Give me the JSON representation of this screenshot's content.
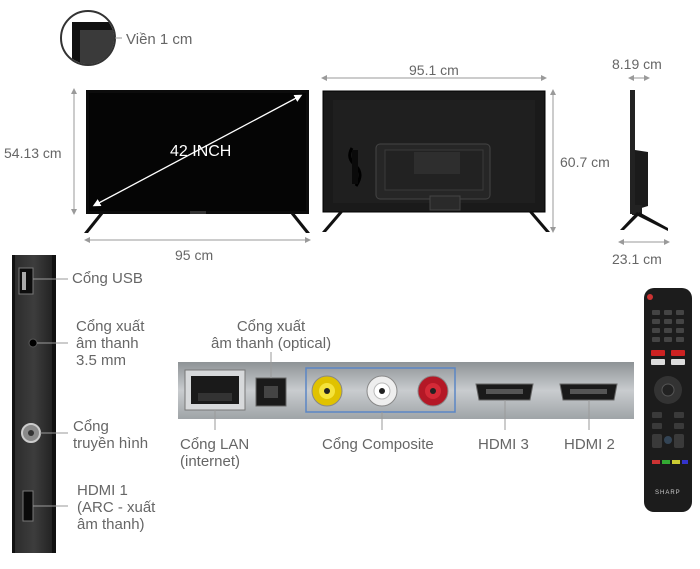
{
  "bezel": {
    "label": "Viền 1 cm"
  },
  "front_view": {
    "screen_size": "42 INCH",
    "height": "54.13 cm",
    "width": "95 cm"
  },
  "back_view": {
    "width": "95.1 cm",
    "height": "60.7 cm"
  },
  "side_view": {
    "depth": "8.19 cm",
    "stand_depth": "23.1 cm"
  },
  "side_ports": [
    {
      "label_lines": [
        "Cổng USB"
      ]
    },
    {
      "label_lines": [
        "Cổng xuất",
        "âm thanh",
        "3.5 mm"
      ]
    },
    {
      "label_lines": [
        "Cổng",
        "truyền hình"
      ]
    },
    {
      "label_lines": [
        "HDMI 1",
        "(ARC - xuất",
        "âm thanh)"
      ]
    }
  ],
  "rear_ports": {
    "optical_lines": [
      "Cổng xuất",
      "âm thanh (optical)"
    ],
    "lan_lines": [
      "Cổng LAN",
      "(internet)"
    ],
    "composite": "Cổng Composite",
    "hdmi3": "HDMI 3",
    "hdmi2": "HDMI 2"
  },
  "remote": {
    "brand": "SHARP"
  },
  "colors": {
    "dimension_line": "#9a9a9a",
    "panel": "#111111",
    "port_strip": "#b9bdc0",
    "highlight_box": "#5b86c5"
  }
}
